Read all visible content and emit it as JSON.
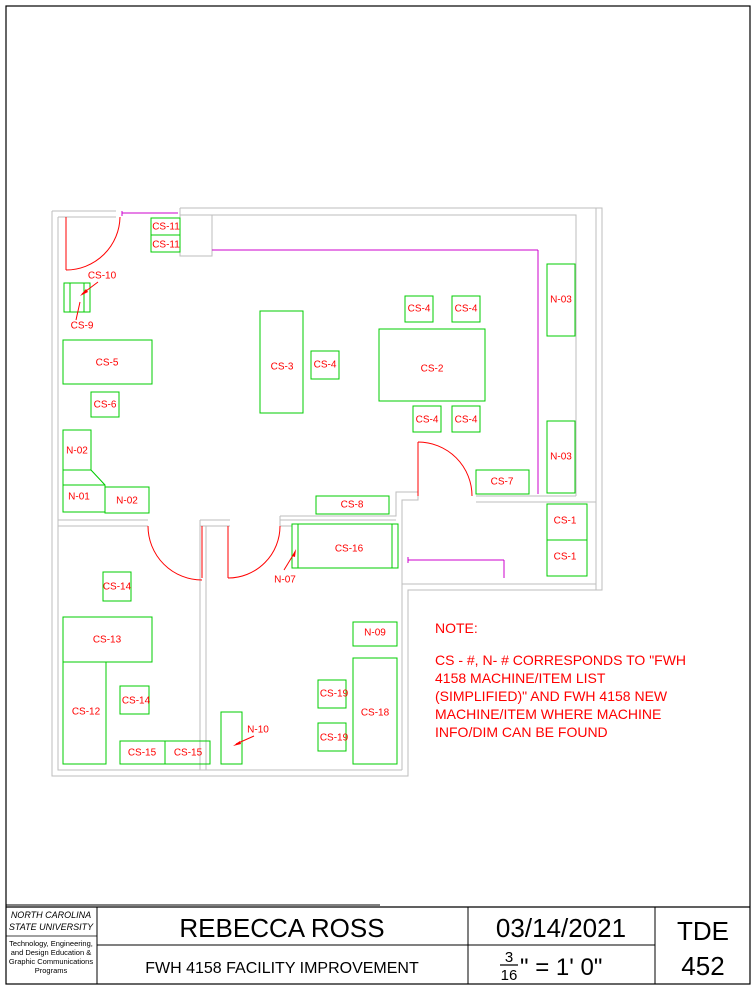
{
  "labels": {
    "cs11a": "CS-11",
    "cs11b": "CS-11",
    "cs10": "CS-10",
    "cs9": "CS-9",
    "cs5": "CS-5",
    "cs6": "CS-6",
    "n02a": "N-02",
    "n01": "N-01",
    "n02b": "N-02",
    "cs3": "CS-3",
    "cs4a": "CS-4",
    "cs2": "CS-2",
    "cs4b": "CS-4",
    "cs4c": "CS-4",
    "cs4d": "CS-4",
    "cs4e": "CS-4",
    "n03a": "N-03",
    "n03b": "N-03",
    "cs7": "CS-7",
    "cs8": "CS-8",
    "cs16": "CS-16",
    "cs1a": "CS-1",
    "cs1b": "CS-1",
    "n07": "N-07",
    "cs14a": "CS-14",
    "cs13": "CS-13",
    "cs12": "CS-12",
    "cs14b": "CS-14",
    "cs15a": "CS-15",
    "cs15b": "CS-15",
    "n10": "N-10",
    "n09": "N-09",
    "cs19a": "CS-19",
    "cs19b": "CS-19",
    "cs18": "CS-18"
  },
  "note": {
    "heading": "NOTE:",
    "lines": [
      "CS - #, N- # CORRESPONDS TO \"FWH",
      "4158 MACHINE/ITEM LIST",
      "(SIMPLIFIED)\" AND FWH 4158 NEW",
      "MACHINE/ITEM WHERE MACHINE",
      "INFO/DIM CAN BE FOUND"
    ]
  },
  "title_block": {
    "university_line1": "NORTH CAROLINA",
    "university_line2": "STATE UNIVERSITY",
    "dept_lines": [
      "Technology, Engineering,",
      "and Design Education &",
      "Graphic Communications",
      "Programs"
    ],
    "author": "REBECCA ROSS",
    "project": "FWH 4158 FACILITY IMPROVEMENT",
    "date": "03/14/2021",
    "scale_num": "3",
    "scale_den": "16",
    "scale_rest": "\" = 1' 0\"",
    "course_code": "TDE",
    "course_num": "452"
  }
}
